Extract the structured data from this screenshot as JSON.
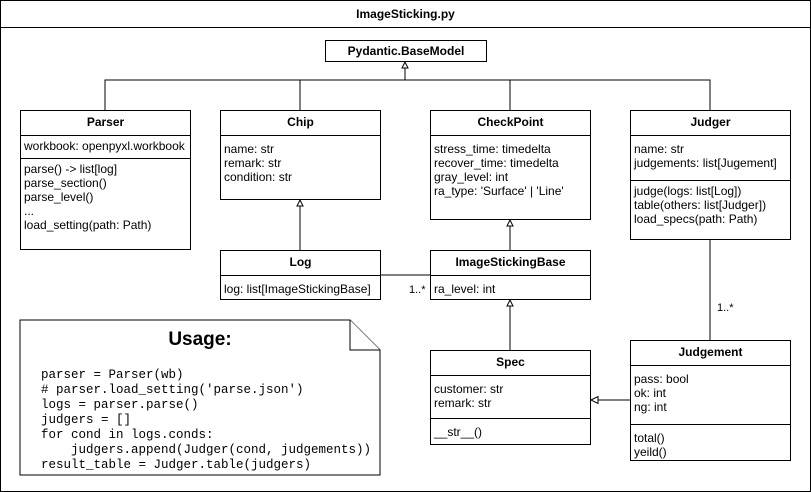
{
  "title": "ImageSticking.py",
  "base_model": "Pydantic.BaseModel",
  "classes": {
    "parser": {
      "name": "Parser",
      "attributes": [
        "workbook: openpyxl.workbook"
      ],
      "methods": [
        "parse() -> list[log]",
        "parse_section()",
        "parse_level()",
        "...",
        "load_setting(path: Path)"
      ]
    },
    "chip": {
      "name": "Chip",
      "attributes": [
        "name: str",
        "remark: str",
        "condition: str"
      ]
    },
    "checkpoint": {
      "name": "CheckPoint",
      "attributes": [
        "stress_time: timedelta",
        "recover_time: timedelta",
        "gray_level: int",
        "ra_type: 'Surface' | 'Line'"
      ]
    },
    "judger": {
      "name": "Judger",
      "attributes": [
        "name: str",
        "judgements: list[Jugement]"
      ],
      "methods": [
        "judge(logs: list[Log])",
        "table(others: list[Judger])",
        "load_specs(path: Path)"
      ]
    },
    "log": {
      "name": "Log",
      "attributes": [
        "log: list[ImageStickingBase]"
      ]
    },
    "imagestickingbase": {
      "name": "ImageStickingBase",
      "attributes": [
        "ra_level: int"
      ]
    },
    "spec": {
      "name": "Spec",
      "attributes": [
        "customer: str",
        "remark: str"
      ],
      "methods": [
        "__str__()"
      ]
    },
    "judgement": {
      "name": "Judgement",
      "attributes": [
        "pass: bool",
        "ok: int",
        "ng: int"
      ],
      "methods": [
        "total()",
        "yeild()"
      ]
    }
  },
  "multiplicities": {
    "log_to_base": "1..*",
    "judger_to_judgement": "1..*"
  },
  "note": {
    "title": "Usage:",
    "code": "parser = Parser(wb)\n# parser.load_setting('parse.json')\nlogs = parser.parse()\njudgers = []\nfor cond in logs.conds:\n    judgers.append(Judger(cond, judgements))\nresult_table = Judger.table(judgers)"
  }
}
